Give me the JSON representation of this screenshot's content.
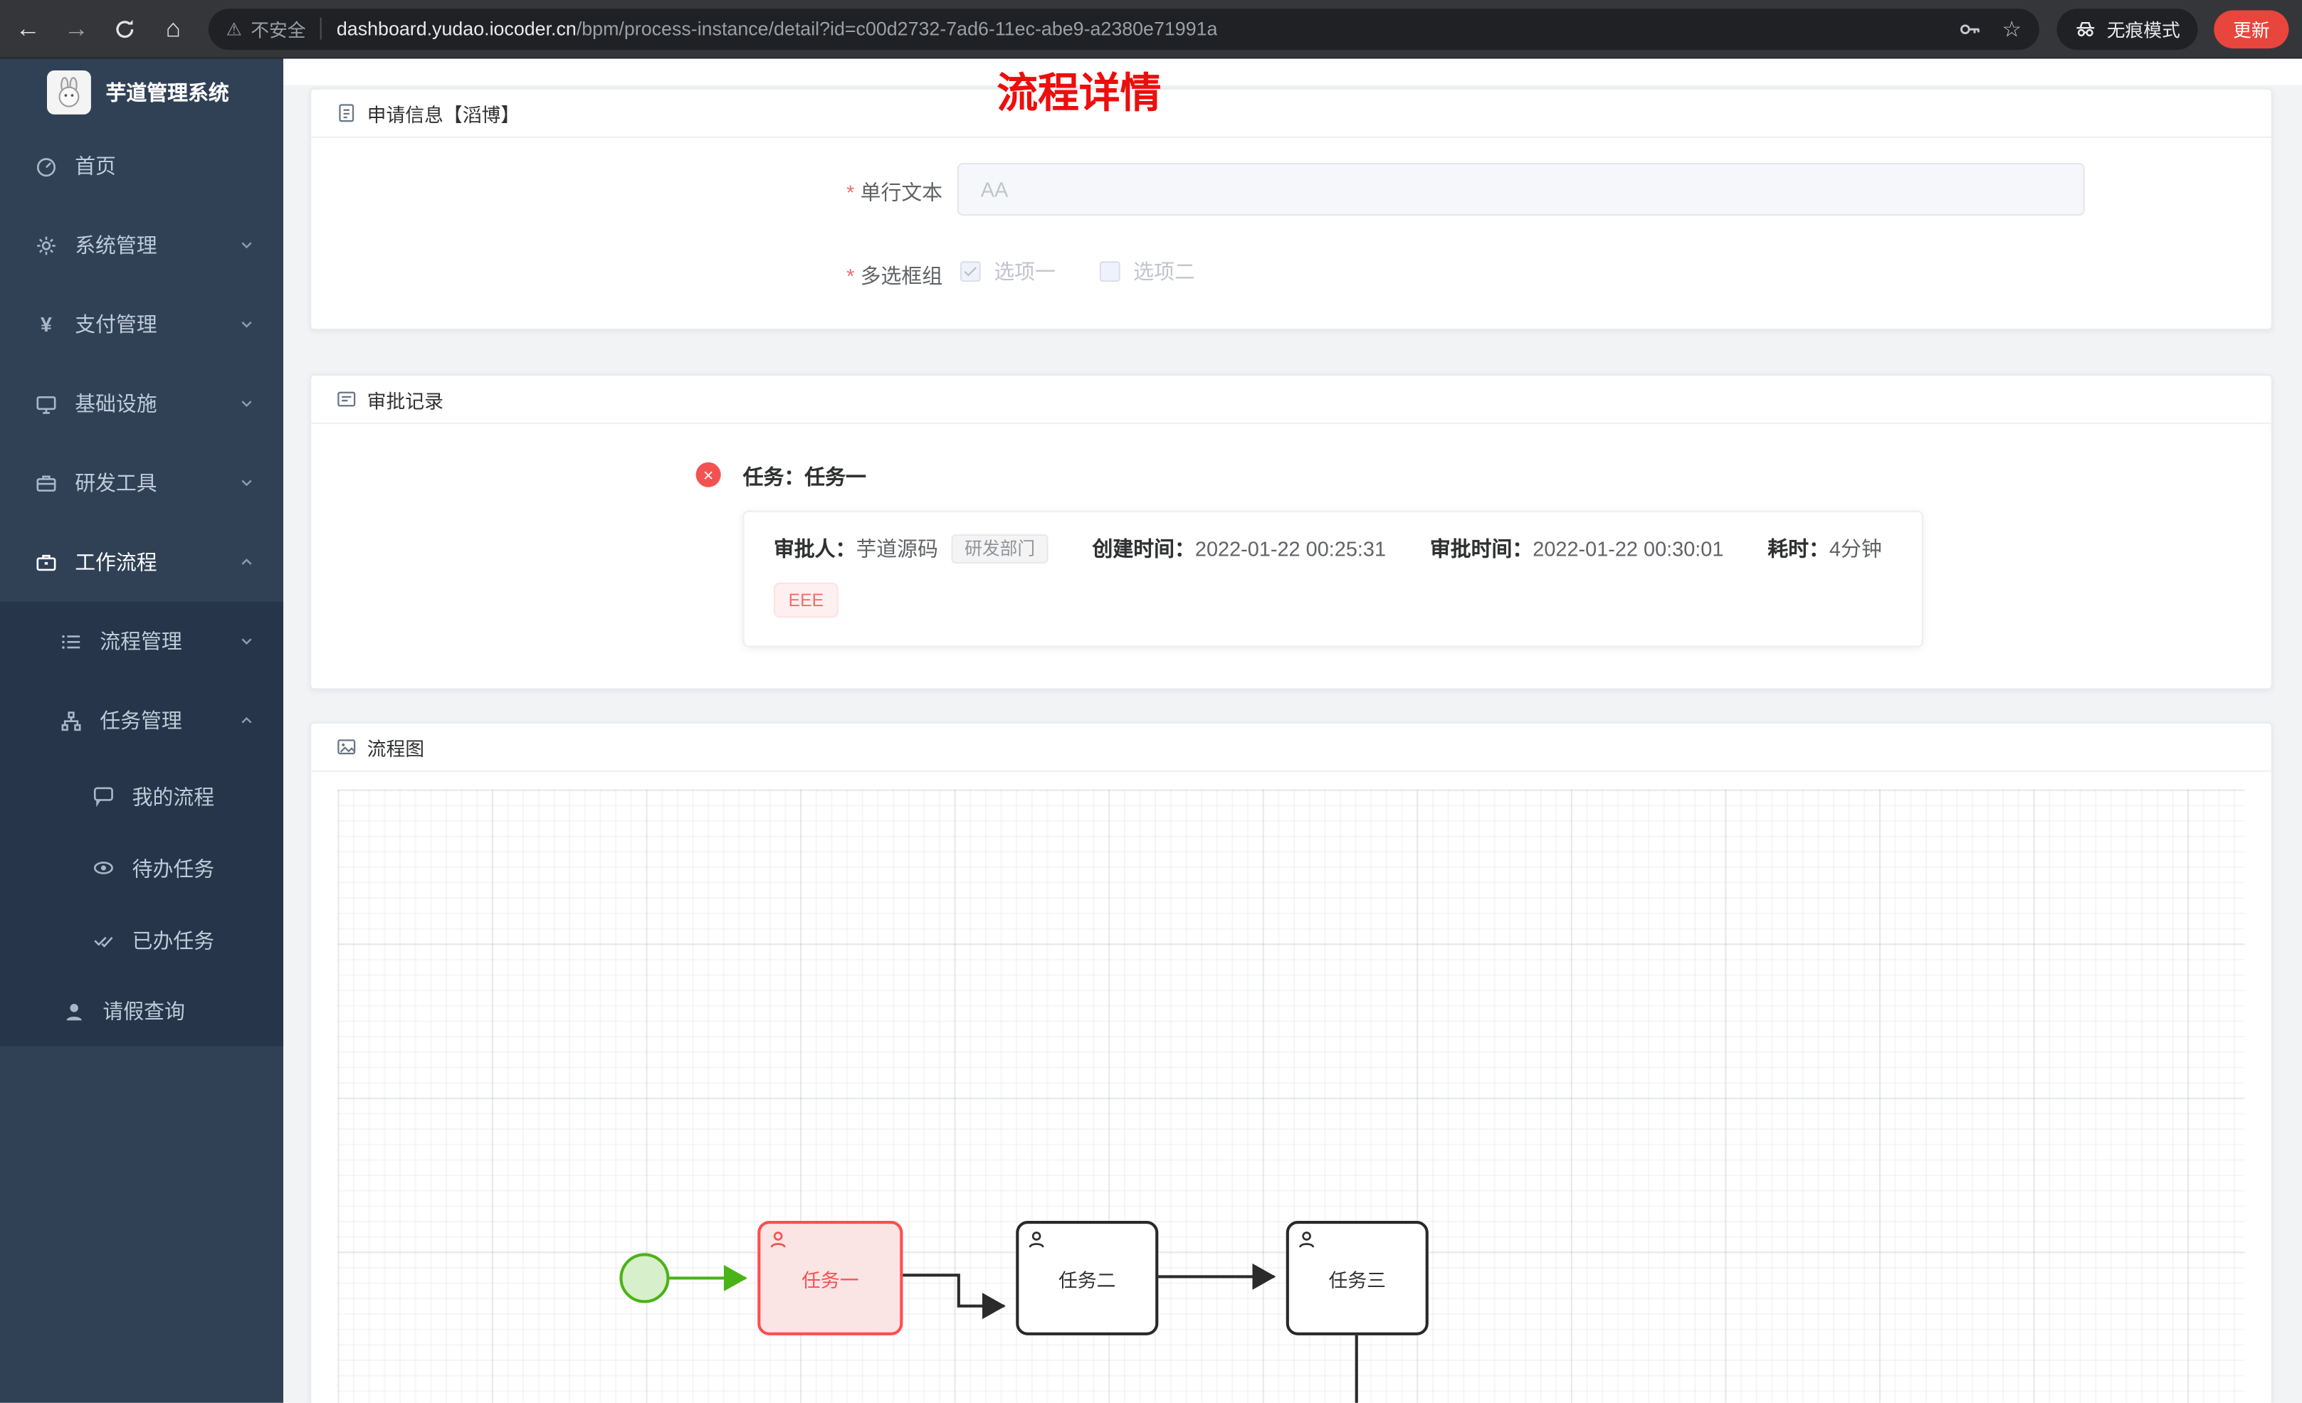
{
  "browser": {
    "security_label": "不安全",
    "url_host": "dashboard.yudao.iocoder.cn",
    "url_path": "/bpm/process-instance/detail?id=c00d2732-7ad6-11ec-abe9-a2380e71991a",
    "incognito_label": "无痕模式",
    "update_label": "更新"
  },
  "sidebar": {
    "app_title": "芋道管理系统",
    "menu": [
      {
        "label": "首页"
      },
      {
        "label": "系统管理"
      },
      {
        "label": "支付管理"
      },
      {
        "label": "基础设施"
      },
      {
        "label": "研发工具"
      },
      {
        "label": "工作流程"
      },
      {
        "label": "流程管理"
      },
      {
        "label": "任务管理"
      },
      {
        "label": "我的流程"
      },
      {
        "label": "待办任务"
      },
      {
        "label": "已办任务"
      },
      {
        "label": "请假查询"
      }
    ]
  },
  "page": {
    "title": "流程详情",
    "required_mark": "*"
  },
  "apply_card": {
    "title": "申请信息【滔博】",
    "text_field": {
      "label": "单行文本",
      "placeholder": "AA"
    },
    "checkbox_field": {
      "label": "多选框组",
      "options": [
        {
          "label": "选项一",
          "checked": true
        },
        {
          "label": "选项二",
          "checked": false
        }
      ]
    }
  },
  "approval_card": {
    "title": "审批记录",
    "task_title": "任务：任务一",
    "approver_label": "审批人：",
    "approver_name": "芋道源码",
    "approver_dept": "研发部门",
    "created_label": "创建时间：",
    "created_time": "2022-01-22 00:25:31",
    "approved_label": "审批时间：",
    "approved_time": "2022-01-22 00:30:01",
    "duration_label": "耗时：",
    "duration_value": "4分钟",
    "comment": "EEE"
  },
  "diagram_card": {
    "title": "流程图",
    "nodes": [
      {
        "label": "任务一",
        "state": "current"
      },
      {
        "label": "任务二",
        "state": "pending"
      },
      {
        "label": "任务三",
        "state": "pending"
      }
    ]
  }
}
